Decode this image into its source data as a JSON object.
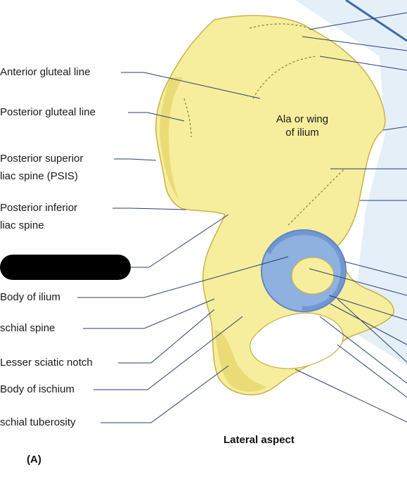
{
  "colors": {
    "bone": "#f6ee9c",
    "bone_shadow": "#e8d66e",
    "bone_outline": "#c9b04a",
    "acetabulum": "#8fb1e0",
    "acetabulum_dark": "#5f86c4",
    "background_panel": "#dbe9f4",
    "leader": "#2b3f6e",
    "redaction": "#000000"
  },
  "labels": [
    {
      "id": "anterior-gluteal-line",
      "text": "Anterior gluteal line"
    },
    {
      "id": "posterior-gluteal-line",
      "text": "Posterior gluteal line"
    },
    {
      "id": "psis-1",
      "text": "Posterior superior"
    },
    {
      "id": "psis-2",
      "text": "liac spine  (PSIS)"
    },
    {
      "id": "piis-1",
      "text": "Posterior inferior"
    },
    {
      "id": "piis-2",
      "text": "liac spine"
    },
    {
      "id": "body-of-ilium",
      "text": "Body of ilium"
    },
    {
      "id": "ischial-spine",
      "text": "schial spine"
    },
    {
      "id": "lesser-sciatic-notch",
      "text": "Lesser sciatic notch"
    },
    {
      "id": "body-of-ischium",
      "text": "Body of ischium"
    },
    {
      "id": "ischial-tuberosity",
      "text": "schial tuberosity"
    }
  ],
  "center_label": "Ala or wing\nof ilium",
  "caption": "Lateral aspect",
  "panel_letter": "(A)"
}
